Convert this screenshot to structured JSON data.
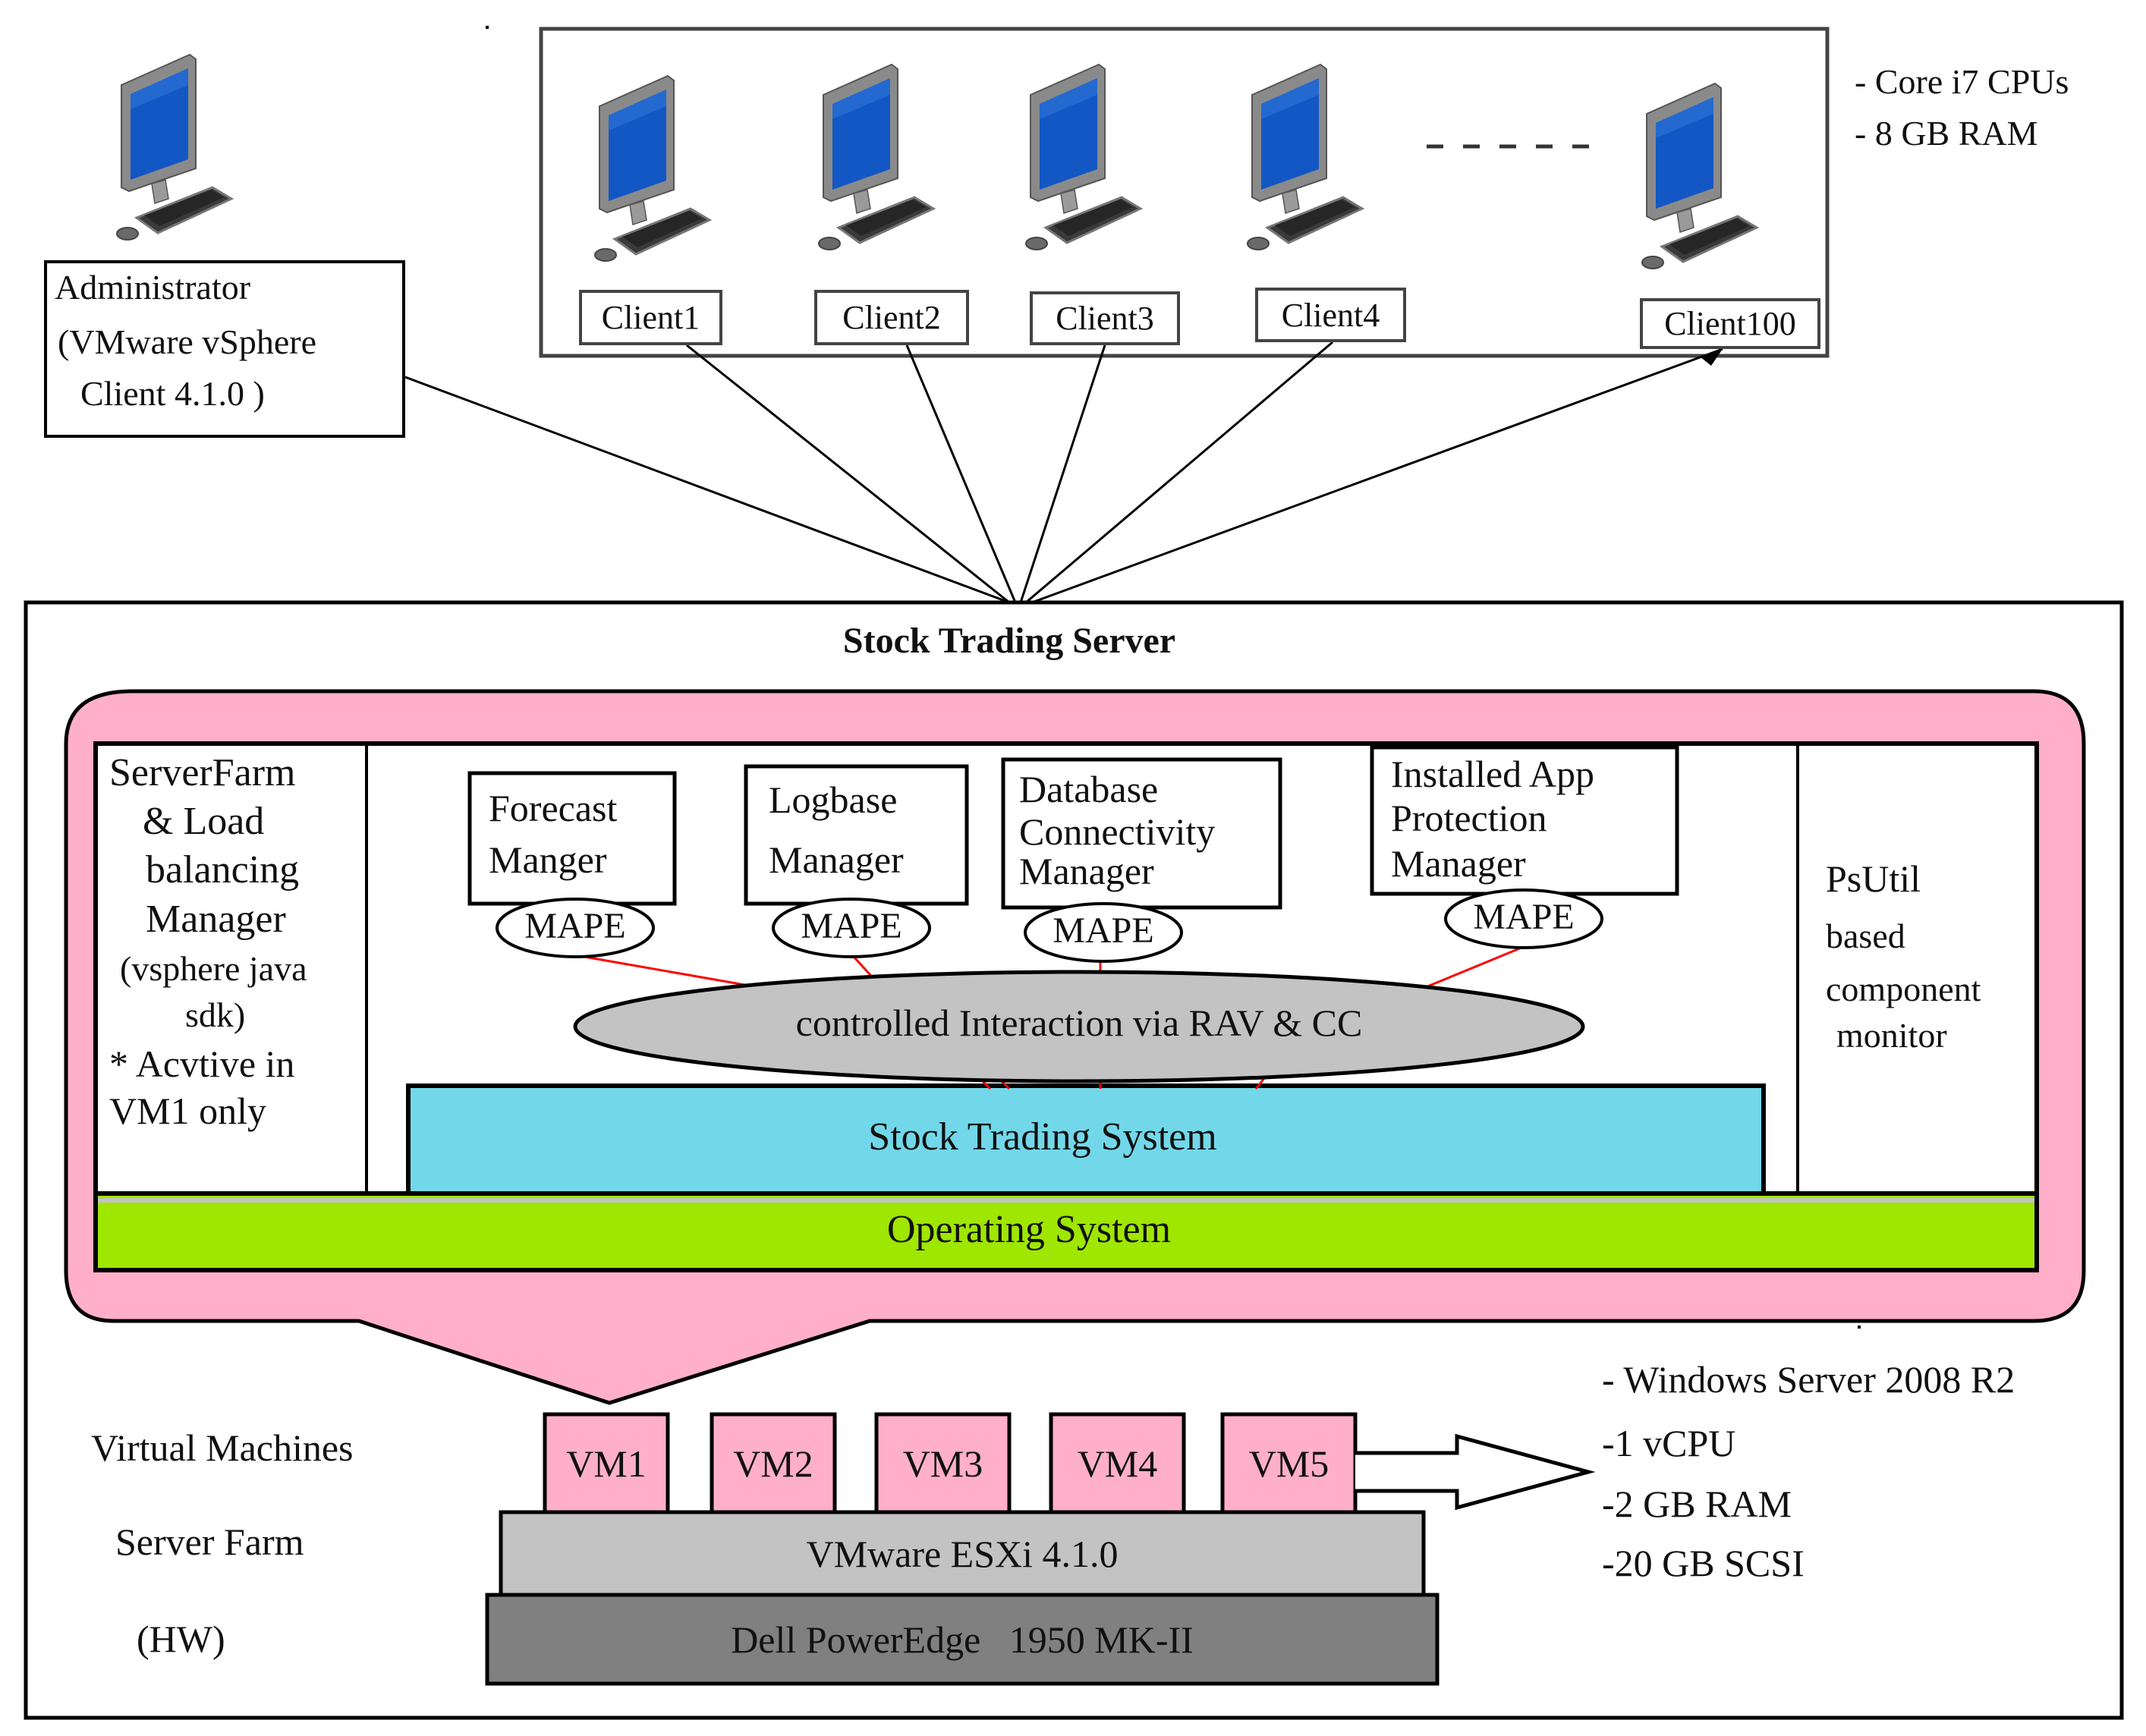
{
  "administrator": {
    "label_line1": "Administrator",
    "label_line2": "(VMware vSphere",
    "label_line3": "Client 4.1.0 )",
    "icon": "desktop-computer-icon"
  },
  "clients": {
    "items": [
      {
        "label": "Client1"
      },
      {
        "label": "Client2"
      },
      {
        "label": "Client3"
      },
      {
        "label": "Client4"
      },
      {
        "label": "Client100"
      }
    ],
    "ellipsis": "- - - - -",
    "specs": [
      "- Core i7 CPUs",
      "- 8 GB RAM"
    ],
    "icon": "desktop-computer-icon"
  },
  "server": {
    "title": "Stock Trading Server",
    "left_column": {
      "lines": [
        "ServerFarm",
        "& Load",
        "balancing",
        "Manager",
        "(vsphere java",
        "sdk)",
        "* Acvtive in",
        "VM1 only"
      ]
    },
    "right_column": {
      "lines": [
        "PsUtil",
        "based",
        "component",
        "monitor"
      ]
    },
    "managers": [
      {
        "lines": [
          "Forecast",
          "Manger"
        ],
        "mape": "MAPE"
      },
      {
        "lines": [
          "Logbase",
          "Manager"
        ],
        "mape": "MAPE"
      },
      {
        "lines": [
          "Database",
          "Connectivity",
          "Manager"
        ],
        "mape": "MAPE"
      },
      {
        "lines": [
          "Installed App",
          "Protection",
          "Manager"
        ],
        "mape": "MAPE"
      }
    ],
    "interaction": "controlled Interaction via RAV & CC",
    "application": "Stock Trading System",
    "os": "Operating System"
  },
  "infrastructure": {
    "row_labels": [
      "Virtual Machines",
      "Server Farm",
      "(HW)"
    ],
    "vms": [
      "VM1",
      "VM2",
      "VM3",
      "VM4",
      "VM5"
    ],
    "hypervisor": "VMware ESXi 4.1.0",
    "hardware": "Dell PowerEdge   1950 MK-II",
    "vm_specs": [
      "- Windows Server 2008 R2",
      "-1 vCPU",
      "-2 GB RAM",
      "-20 GB SCSI"
    ]
  },
  "colors": {
    "pink": "#ffafc9",
    "vm_pink": "#ffafc9",
    "cyan": "#72d8e9",
    "lime": "#9fe600",
    "ellipse_gray": "#c3c3c3",
    "esxi_gray": "#c3c3c3",
    "dell_gray": "#808080",
    "link_red": "#ff0000",
    "screen_blue": "#1357c4"
  }
}
